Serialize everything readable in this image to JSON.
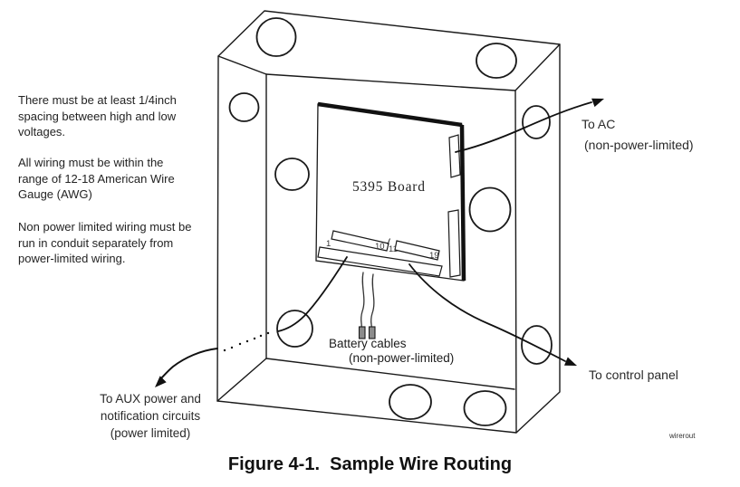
{
  "figure_caption": "Figure 4-1.  Sample Wire Routing",
  "watermark": "wirerout",
  "notes": [
    {
      "lines": [
        "There must be at least 1/4inch",
        "spacing between high and low",
        "voltages."
      ]
    },
    {
      "lines": [
        "All wiring must be within the",
        "range of 12-18 American Wire",
        "Gauge (AWG)"
      ]
    },
    {
      "lines": [
        "Non power limited wiring must be",
        "run in conduit separately from",
        "power-limited wiring."
      ]
    }
  ],
  "enclosure": {
    "board_label": "5395 Board",
    "terminal_numbers": [
      "1",
      "10",
      "11",
      "19"
    ]
  },
  "callouts": {
    "ac_line1": "To AC",
    "ac_line2": "(non-power-limited)",
    "control_panel": "To control panel",
    "battery_line1": "Battery cables",
    "battery_line2": "(non-power-limited)",
    "aux_line1": "To AUX power and",
    "aux_line2": "notification circuits",
    "aux_line3": "(power limited)"
  },
  "colors": {
    "line": "#1a1a1a",
    "text": "#1f1f1f",
    "connector_fill": "#8c8c8c"
  }
}
